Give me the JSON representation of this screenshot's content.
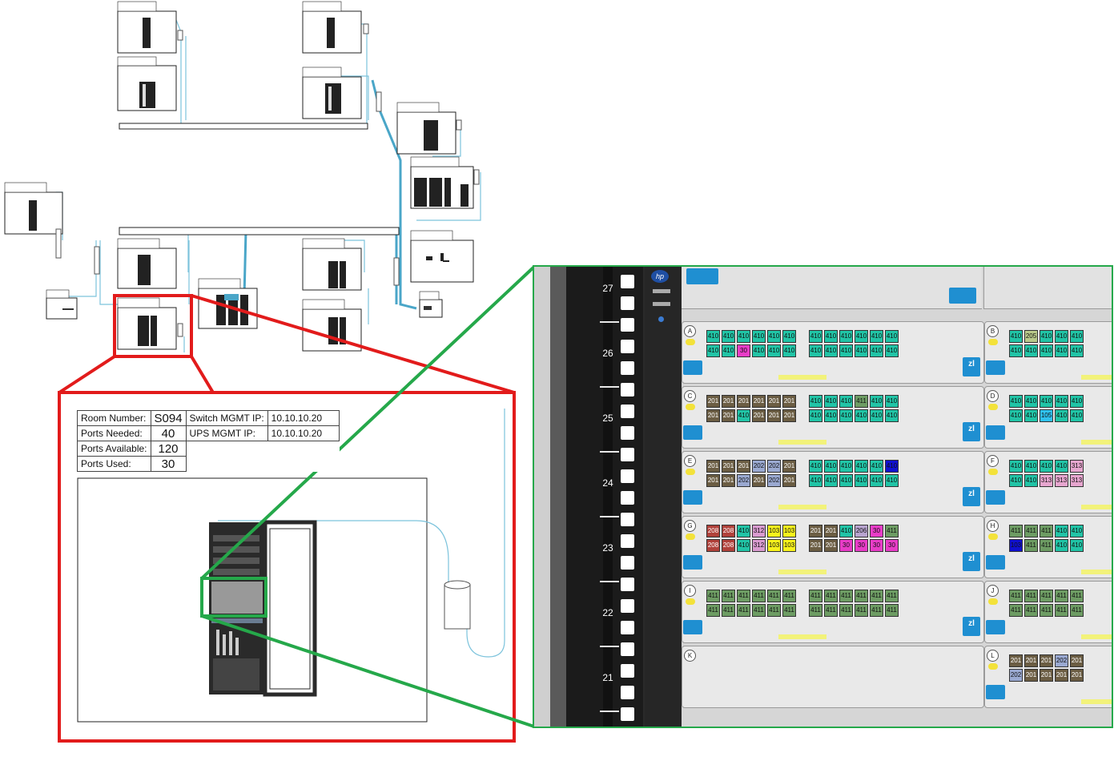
{
  "room_info": {
    "labels": {
      "room_number": "Room Number:",
      "ports_needed": "Ports Needed:",
      "ports_available": "Ports Available:",
      "ports_used": "Ports Used:",
      "switch_mgmt_ip": "Switch MGMT IP:",
      "ups_mgmt_ip": "UPS MGMT IP:"
    },
    "values": {
      "room_number": "S094",
      "ports_needed": "40",
      "ports_available": "120",
      "ports_used": "30",
      "switch_mgmt_ip": "10.10.10.20",
      "ups_mgmt_ip": "10.10.10.20"
    }
  },
  "rack_units": [
    "27",
    "26",
    "25",
    "24",
    "23",
    "22",
    "21"
  ],
  "module_letters_left": [
    "A",
    "C",
    "E",
    "G",
    "I",
    "K"
  ],
  "module_letters_right": [
    "B",
    "D",
    "F",
    "H",
    "J",
    "L"
  ],
  "zl_label": "zl",
  "ports": {
    "A_top": [
      "410",
      "410",
      "410",
      "410",
      "410",
      "410",
      "410",
      "410",
      "410",
      "410",
      "410",
      "410"
    ],
    "A_bot": [
      "410",
      "410",
      "30",
      "410",
      "410",
      "410",
      "410",
      "410",
      "410",
      "410",
      "410",
      "410"
    ],
    "C_top": [
      "201",
      "201",
      "201",
      "201",
      "201",
      "201",
      "410",
      "410",
      "410",
      "411",
      "410",
      "410"
    ],
    "C_bot": [
      "201",
      "201",
      "410",
      "201",
      "201",
      "201",
      "410",
      "410",
      "410",
      "410",
      "410",
      "410"
    ],
    "E_top": [
      "201",
      "201",
      "201",
      "202",
      "202",
      "201",
      "410",
      "410",
      "410",
      "410",
      "410",
      "410"
    ],
    "E_bot": [
      "201",
      "201",
      "202",
      "201",
      "202",
      "201",
      "410",
      "410",
      "410",
      "410",
      "410",
      "410"
    ],
    "G_top": [
      "208",
      "208",
      "410",
      "312",
      "103",
      "103",
      "201",
      "201",
      "410",
      "206",
      "30",
      "411"
    ],
    "G_bot": [
      "208",
      "208",
      "410",
      "312",
      "103",
      "103",
      "201",
      "201",
      "30",
      "30",
      "30",
      "30"
    ],
    "I_top": [
      "411",
      "411",
      "411",
      "411",
      "411",
      "411",
      "411",
      "411",
      "411",
      "411",
      "411",
      "411"
    ],
    "I_bot": [
      "411",
      "411",
      "411",
      "411",
      "411",
      "411",
      "411",
      "411",
      "411",
      "411",
      "411",
      "411"
    ],
    "B_top": [
      "410",
      "205",
      "410",
      "410",
      "410"
    ],
    "B_bot": [
      "410",
      "410",
      "410",
      "410",
      "410"
    ],
    "D_top": [
      "410",
      "410",
      "410",
      "410",
      "410"
    ],
    "D_bot": [
      "410",
      "410",
      "105",
      "410",
      "410"
    ],
    "F_top": [
      "410",
      "410",
      "410",
      "410",
      "313"
    ],
    "F_bot": [
      "410",
      "410",
      "313",
      "313",
      "313"
    ],
    "H_top": [
      "411",
      "411",
      "411",
      "410",
      "410"
    ],
    "H_bot": [
      "103",
      "411",
      "411",
      "410",
      "410"
    ],
    "J_top": [
      "411",
      "411",
      "411",
      "411",
      "411"
    ],
    "J_bot": [
      "411",
      "411",
      "411",
      "411",
      "411"
    ],
    "L_top": [
      "201",
      "201",
      "201",
      "202",
      "201"
    ],
    "L_bot": [
      "202",
      "201",
      "201",
      "201",
      "201"
    ]
  },
  "colors": {
    "port_410": "#21c4a6",
    "port_411": "#6d9c63",
    "port_201": "#6b5d43",
    "port_202": "#9aa9d1",
    "port_205": "#b9c98a",
    "port_206": "#b8a4cf",
    "port_208": "#b0413a",
    "port_30": "#e83cc7",
    "port_312": "#d99bd0",
    "port_313": "#e7a6cf",
    "port_103": "#f7f21c",
    "port_105": "#2fc2f0",
    "port_blue": "#1010d0",
    "frame_red": "#e21b1b",
    "frame_green": "#25a84a",
    "cable": "#4aa6c8"
  }
}
